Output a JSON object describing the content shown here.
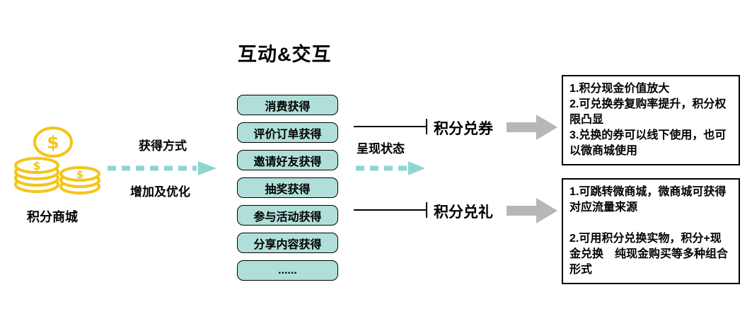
{
  "title": "互动&交互",
  "source": {
    "label": "积分商城"
  },
  "left_flow": {
    "top_label": "获得方式",
    "bottom_label": "增加及优化"
  },
  "methods": [
    {
      "label": "消费获得"
    },
    {
      "label": "评价订单获得"
    },
    {
      "label": "邀请好友获得"
    },
    {
      "label": "抽奖获得"
    },
    {
      "label": "参与活动获得"
    },
    {
      "label": "分享内容获得"
    },
    {
      "label": "......"
    }
  ],
  "right_flow": {
    "label": "呈现状态"
  },
  "outcomes": [
    {
      "label": "积分兑券",
      "details": "1.积分现金价值放大\n2.可兑换券复购率提升，积分权限凸显\n3.兑换的券可以线下使用，也可以微商城使用"
    },
    {
      "label": "积分兑礼",
      "details": "1.可跳转微商城，微商城可获得对应流量来源\n\n2.可用积分兑换实物，积分+现金兑换　纯现金购买等多种组合形式"
    }
  ],
  "colors": {
    "method_box_fill": "#afdfd8",
    "dashed_arrow_teal": "#8ed5d0",
    "block_arrow_gray": "#b7b7b7",
    "coin_yellow": "#f3c517",
    "line_black": "#000000"
  }
}
